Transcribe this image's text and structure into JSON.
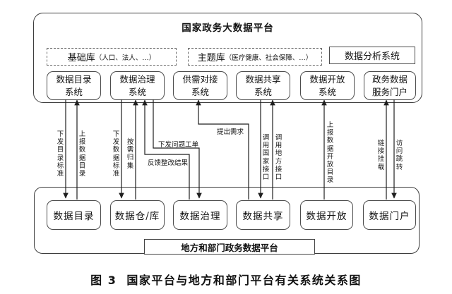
{
  "national_platform": {
    "title": "国家政务大数据平台",
    "base_library": {
      "name": "基础库",
      "detail": "（人口、法人、…）"
    },
    "theme_library": {
      "name": "主题库",
      "detail": "（医疗健康、社会保障、…）"
    },
    "analysis_system": "数据分析系统",
    "systems": [
      {
        "line1": "数据目录",
        "line2": "系统"
      },
      {
        "line1": "数据治理",
        "line2": "系统"
      },
      {
        "line1": "供需对接",
        "line2": "系统"
      },
      {
        "line1": "数据共享",
        "line2": "系统"
      },
      {
        "line1": "数据开放",
        "line2": "系统"
      },
      {
        "line1": "政务数据",
        "line2": "服务门户"
      }
    ]
  },
  "local_platform": {
    "title": "地方和部门政务数据平台",
    "systems": [
      "数据目录",
      "数据仓/库",
      "数据治理",
      "数据共享",
      "数据开放",
      "数据门户"
    ]
  },
  "connectors": {
    "flows": [
      {
        "label": "下发目录标准",
        "from": "数据目录系统",
        "to": "数据目录",
        "direction": "down"
      },
      {
        "label": "上报数据目录",
        "from": "数据目录",
        "to": "数据目录系统",
        "direction": "up"
      },
      {
        "label": "下发数据标准",
        "from": "数据治理系统",
        "to": "数据仓/库",
        "direction": "down"
      },
      {
        "label": "按需归集",
        "from": "数据仓/库",
        "to": "数据治理系统",
        "direction": "up"
      },
      {
        "label": "反馈整改结果",
        "from": "数据治理",
        "to": "数据治理系统",
        "direction": "up"
      },
      {
        "label": "下发问题工单",
        "from": "数据治理系统",
        "to": "数据治理",
        "direction": "down"
      },
      {
        "label": "提出需求",
        "from": "数据共享",
        "to": "供需对接系统",
        "direction": "up"
      },
      {
        "label": "调用国家接口",
        "from": "数据共享系统",
        "to": "数据共享",
        "direction": "down"
      },
      {
        "label": "调用地方接口",
        "from": "数据共享",
        "to": "数据共享系统",
        "direction": "up"
      },
      {
        "label": "上报数据开放目录",
        "from": "数据开放",
        "to": "数据开放系统",
        "direction": "up"
      },
      {
        "label": "链接挂载",
        "from": "数据门户",
        "to": "政务数据服务门户",
        "direction": "up"
      },
      {
        "label": "访问跳转",
        "from": "政务数据服务门户",
        "to": "数据门户",
        "direction": "down"
      }
    ]
  },
  "caption": {
    "prefix": "图 3",
    "text": "国家平台与地方和部门平台有关系统关系图"
  },
  "colors": {
    "line": "#1f1f1f",
    "box_border": "#4c4c4c",
    "container_border": "#3d3d3d",
    "background": "#ffffff",
    "text": "#111111"
  }
}
